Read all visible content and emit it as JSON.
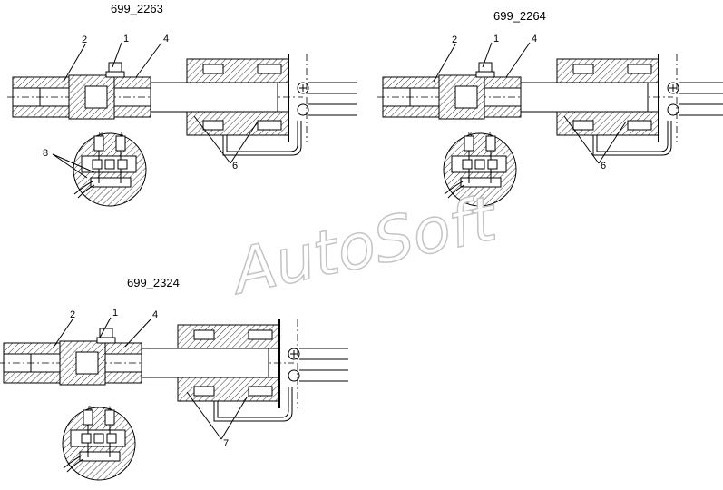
{
  "figures": [
    {
      "id": "699_2263",
      "callouts": {
        "c1": "1",
        "c2": "2",
        "c4": "4",
        "c6": "6",
        "c8": "8"
      },
      "port_labels": {
        "b": "B",
        "a": "A"
      }
    },
    {
      "id": "699_2264",
      "callouts": {
        "c1": "1",
        "c2": "2",
        "c4": "4",
        "c6": "6"
      },
      "port_labels": {
        "b": "B",
        "a": "A"
      }
    },
    {
      "id": "699_2324",
      "callouts": {
        "c1": "1",
        "c2": "2",
        "c4": "4",
        "c7": "7"
      },
      "port_labels": {
        "b": "B",
        "a": "A"
      }
    }
  ],
  "watermark": "AutoSoft"
}
